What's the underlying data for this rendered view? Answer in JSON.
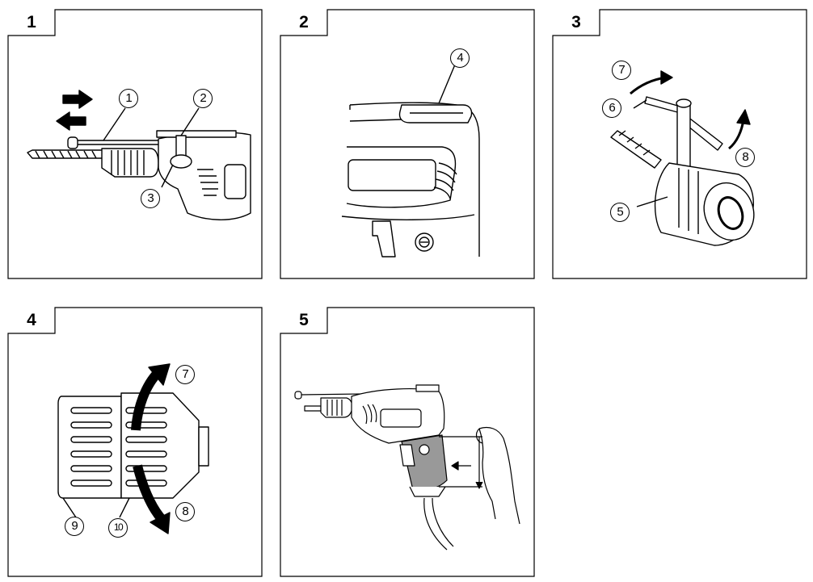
{
  "figures": [
    {
      "number": "1",
      "callouts": [
        "1",
        "2",
        "3"
      ]
    },
    {
      "number": "2",
      "callouts": [
        "4"
      ]
    },
    {
      "number": "3",
      "callouts": [
        "7",
        "6",
        "8",
        "5"
      ]
    },
    {
      "number": "4",
      "callouts": [
        "7",
        "8",
        "9",
        "10"
      ]
    },
    {
      "number": "5",
      "callouts": []
    }
  ]
}
